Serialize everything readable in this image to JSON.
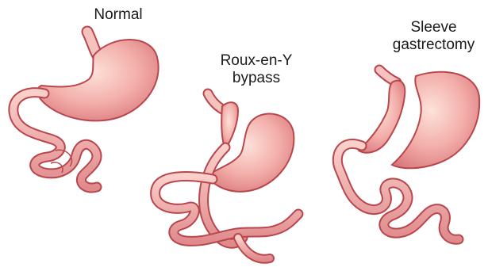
{
  "labels": {
    "normal": "Normal",
    "roux_en_y_line1": "Roux-en-Y",
    "roux_en_y_line2": "bypass",
    "sleeve_line1": "Sleeve",
    "sleeve_line2": "gastrectomy"
  },
  "colors": {
    "tissue_fill": "#f2a8a6",
    "tissue_light": "#fcd9d2",
    "tissue_outline": "#b8474d",
    "background": "#ffffff"
  }
}
